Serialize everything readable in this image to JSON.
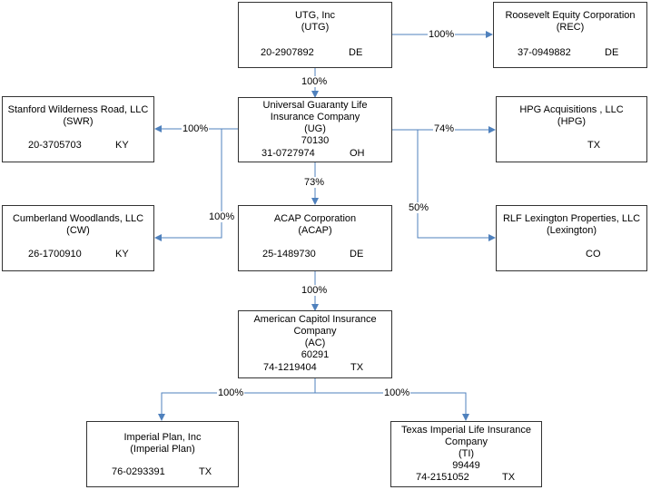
{
  "entities": {
    "utg": {
      "name": "UTG, Inc",
      "abbr": "(UTG)",
      "ein": "20-2907892",
      "state": "DE"
    },
    "rec": {
      "name": "Roosevelt Equity Corporation",
      "abbr": "(REC)",
      "ein": "37-0949882",
      "state": "DE"
    },
    "ug": {
      "name": "Universal Guaranty Life Insurance Company",
      "abbr": "(UG)",
      "naic": "70130",
      "ein": "31-0727974",
      "state": "OH"
    },
    "swr": {
      "name": "Stanford Wilderness Road, LLC",
      "abbr": "(SWR)",
      "ein": "20-3705703",
      "state": "KY"
    },
    "hpg": {
      "name": "HPG Acquisitions , LLC",
      "abbr": "(HPG)",
      "state": "TX"
    },
    "cw": {
      "name": "Cumberland Woodlands, LLC",
      "abbr": "(CW)",
      "ein": "26-1700910",
      "state": "KY"
    },
    "acap": {
      "name": "ACAP Corporation",
      "abbr": "(ACAP)",
      "ein": "25-1489730",
      "state": "DE"
    },
    "lex": {
      "name": "RLF Lexington Properties, LLC",
      "abbr": "(Lexington)",
      "state": "CO"
    },
    "ac": {
      "name": "American Capitol Insurance Company",
      "abbr": "(AC)",
      "naic": "60291",
      "ein": "74-1219404",
      "state": "TX"
    },
    "ip": {
      "name": "Imperial Plan, Inc",
      "abbr": "(Imperial Plan)",
      "ein": "76-0293391",
      "state": "TX"
    },
    "ti": {
      "name": "Texas Imperial Life Insurance Company",
      "abbr": "(TI)",
      "naic": "99449",
      "ein": "74-2151052",
      "state": "TX"
    }
  },
  "ownership": {
    "utg_rec": "100%",
    "utg_ug": "100%",
    "ug_swr": "100%",
    "ug_hpg": "74%",
    "ug_cw": "100%",
    "ug_acap": "73%",
    "ug_lex": "50%",
    "acap_ac": "100%",
    "ac_ip": "100%",
    "ac_ti": "100%"
  },
  "colors": {
    "connector": "#4f81bd",
    "box_border": "#333333"
  }
}
